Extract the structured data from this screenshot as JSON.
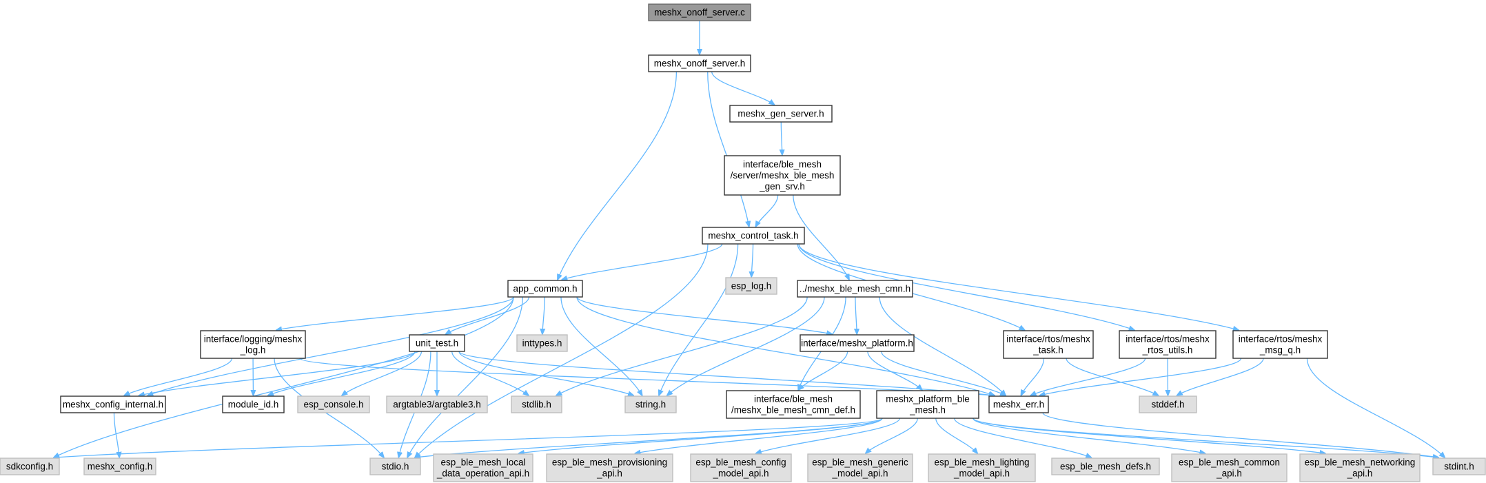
{
  "diagram": {
    "type": "include-dependency-graph",
    "colors": {
      "edge": "#63b8ff",
      "focus_fill": "#999999",
      "local_fill": "#ffffff",
      "system_fill": "#e0e0e0"
    },
    "nodes": [
      {
        "id": "n_onoff_c",
        "kind": "focus",
        "lines": [
          "meshx_onoff_server.c"
        ]
      },
      {
        "id": "n_onoff_h",
        "kind": "local",
        "lines": [
          "meshx_onoff_server.h"
        ]
      },
      {
        "id": "n_gen_server",
        "kind": "local",
        "lines": [
          "meshx_gen_server.h"
        ]
      },
      {
        "id": "n_gen_srv",
        "kind": "local",
        "lines": [
          "interface/ble_mesh",
          "/server/meshx_ble_mesh",
          "_gen_srv.h"
        ]
      },
      {
        "id": "n_control",
        "kind": "local",
        "lines": [
          "meshx_control_task.h"
        ]
      },
      {
        "id": "n_app_common",
        "kind": "local",
        "lines": [
          "app_common.h"
        ]
      },
      {
        "id": "n_esp_log",
        "kind": "system",
        "lines": [
          "esp_log.h"
        ]
      },
      {
        "id": "n_cmn",
        "kind": "local",
        "lines": [
          "../meshx_ble_mesh_cmn.h"
        ]
      },
      {
        "id": "n_logging",
        "kind": "local",
        "lines": [
          "interface/logging/meshx",
          "_log.h"
        ]
      },
      {
        "id": "n_unit_test",
        "kind": "local",
        "lines": [
          "unit_test.h"
        ]
      },
      {
        "id": "n_inttypes",
        "kind": "system",
        "lines": [
          "inttypes.h"
        ]
      },
      {
        "id": "n_platform",
        "kind": "local",
        "lines": [
          "interface/meshx_platform.h"
        ]
      },
      {
        "id": "n_rtos_task",
        "kind": "local",
        "lines": [
          "interface/rtos/meshx",
          "_task.h"
        ]
      },
      {
        "id": "n_rtos_utils",
        "kind": "local",
        "lines": [
          "interface/rtos/meshx",
          "_rtos_utils.h"
        ]
      },
      {
        "id": "n_msg_q",
        "kind": "local",
        "lines": [
          "interface/rtos/meshx",
          "_msg_q.h"
        ]
      },
      {
        "id": "n_config_internal",
        "kind": "local",
        "lines": [
          "meshx_config_internal.h"
        ]
      },
      {
        "id": "n_module_id",
        "kind": "local",
        "lines": [
          "module_id.h"
        ]
      },
      {
        "id": "n_esp_console",
        "kind": "system",
        "lines": [
          "esp_console.h"
        ]
      },
      {
        "id": "n_argtable",
        "kind": "system",
        "lines": [
          "argtable3/argtable3.h"
        ]
      },
      {
        "id": "n_stdlib",
        "kind": "system",
        "lines": [
          "stdlib.h"
        ]
      },
      {
        "id": "n_string",
        "kind": "system",
        "lines": [
          "string.h"
        ]
      },
      {
        "id": "n_cmn_def",
        "kind": "local",
        "lines": [
          "interface/ble_mesh",
          "/meshx_ble_mesh_cmn_def.h"
        ]
      },
      {
        "id": "n_platform_ble",
        "kind": "local",
        "lines": [
          "meshx_platform_ble",
          "_mesh.h"
        ]
      },
      {
        "id": "n_meshx_err",
        "kind": "local",
        "lines": [
          "meshx_err.h"
        ]
      },
      {
        "id": "n_stddef",
        "kind": "system",
        "lines": [
          "stddef.h"
        ]
      },
      {
        "id": "n_sdkconfig",
        "kind": "system",
        "lines": [
          "sdkconfig.h"
        ]
      },
      {
        "id": "n_meshx_config",
        "kind": "system",
        "lines": [
          "meshx_config.h"
        ]
      },
      {
        "id": "n_stdio",
        "kind": "system",
        "lines": [
          "stdio.h"
        ]
      },
      {
        "id": "n_local_data",
        "kind": "system",
        "lines": [
          "esp_ble_mesh_local",
          "_data_operation_api.h"
        ]
      },
      {
        "id": "n_provisioning",
        "kind": "system",
        "lines": [
          "esp_ble_mesh_provisioning",
          "_api.h"
        ]
      },
      {
        "id": "n_config_model",
        "kind": "system",
        "lines": [
          "esp_ble_mesh_config",
          "_model_api.h"
        ]
      },
      {
        "id": "n_generic_model",
        "kind": "system",
        "lines": [
          "esp_ble_mesh_generic",
          "_model_api.h"
        ]
      },
      {
        "id": "n_lighting_model",
        "kind": "system",
        "lines": [
          "esp_ble_mesh_lighting",
          "_model_api.h"
        ]
      },
      {
        "id": "n_defs",
        "kind": "system",
        "lines": [
          "esp_ble_mesh_defs.h"
        ]
      },
      {
        "id": "n_common_api",
        "kind": "system",
        "lines": [
          "esp_ble_mesh_common",
          "_api.h"
        ]
      },
      {
        "id": "n_networking",
        "kind": "system",
        "lines": [
          "esp_ble_mesh_networking",
          "_api.h"
        ]
      },
      {
        "id": "n_stdint",
        "kind": "system",
        "lines": [
          "stdint.h"
        ]
      }
    ],
    "edges": [
      [
        "n_onoff_c",
        "n_onoff_h"
      ],
      [
        "n_onoff_h",
        "n_gen_server"
      ],
      [
        "n_onoff_h",
        "n_control"
      ],
      [
        "n_onoff_h",
        "n_app_common"
      ],
      [
        "n_gen_server",
        "n_gen_srv"
      ],
      [
        "n_gen_srv",
        "n_control"
      ],
      [
        "n_gen_srv",
        "n_cmn"
      ],
      [
        "n_control",
        "n_app_common"
      ],
      [
        "n_control",
        "n_esp_log"
      ],
      [
        "n_control",
        "n_string"
      ],
      [
        "n_control",
        "n_stdio"
      ],
      [
        "n_control",
        "n_rtos_task"
      ],
      [
        "n_control",
        "n_rtos_utils"
      ],
      [
        "n_control",
        "n_msg_q"
      ],
      [
        "n_app_common",
        "n_sdkconfig"
      ],
      [
        "n_app_common",
        "n_config_internal"
      ],
      [
        "n_app_common",
        "n_logging"
      ],
      [
        "n_app_common",
        "n_unit_test"
      ],
      [
        "n_app_common",
        "n_inttypes"
      ],
      [
        "n_app_common",
        "n_string"
      ],
      [
        "n_app_common",
        "n_stdio"
      ],
      [
        "n_app_common",
        "n_platform"
      ],
      [
        "n_app_common",
        "n_meshx_err"
      ],
      [
        "n_cmn",
        "n_stdlib"
      ],
      [
        "n_cmn",
        "n_string"
      ],
      [
        "n_cmn",
        "n_platform"
      ],
      [
        "n_cmn",
        "n_cmn_def"
      ],
      [
        "n_cmn",
        "n_meshx_err"
      ],
      [
        "n_logging",
        "n_config_internal"
      ],
      [
        "n_logging",
        "n_module_id"
      ],
      [
        "n_logging",
        "n_stdio"
      ],
      [
        "n_logging",
        "n_meshx_err"
      ],
      [
        "n_unit_test",
        "n_config_internal"
      ],
      [
        "n_unit_test",
        "n_module_id"
      ],
      [
        "n_unit_test",
        "n_esp_console"
      ],
      [
        "n_unit_test",
        "n_argtable"
      ],
      [
        "n_unit_test",
        "n_stdlib"
      ],
      [
        "n_unit_test",
        "n_string"
      ],
      [
        "n_unit_test",
        "n_stdio"
      ],
      [
        "n_unit_test",
        "n_meshx_err"
      ],
      [
        "n_platform",
        "n_cmn_def"
      ],
      [
        "n_platform",
        "n_platform_ble"
      ],
      [
        "n_platform",
        "n_meshx_err"
      ],
      [
        "n_rtos_task",
        "n_meshx_err"
      ],
      [
        "n_rtos_task",
        "n_stddef"
      ],
      [
        "n_rtos_utils",
        "n_meshx_err"
      ],
      [
        "n_rtos_utils",
        "n_stddef"
      ],
      [
        "n_msg_q",
        "n_meshx_err"
      ],
      [
        "n_msg_q",
        "n_stddef"
      ],
      [
        "n_msg_q",
        "n_stdint"
      ],
      [
        "n_config_internal",
        "n_meshx_config"
      ],
      [
        "n_platform_ble",
        "n_sdkconfig"
      ],
      [
        "n_platform_ble",
        "n_stdio"
      ],
      [
        "n_platform_ble",
        "n_local_data"
      ],
      [
        "n_platform_ble",
        "n_provisioning"
      ],
      [
        "n_platform_ble",
        "n_config_model"
      ],
      [
        "n_platform_ble",
        "n_generic_model"
      ],
      [
        "n_platform_ble",
        "n_lighting_model"
      ],
      [
        "n_platform_ble",
        "n_defs"
      ],
      [
        "n_platform_ble",
        "n_common_api"
      ],
      [
        "n_platform_ble",
        "n_networking"
      ],
      [
        "n_platform_ble",
        "n_stdint"
      ],
      [
        "n_meshx_err",
        "n_stdint"
      ]
    ]
  }
}
